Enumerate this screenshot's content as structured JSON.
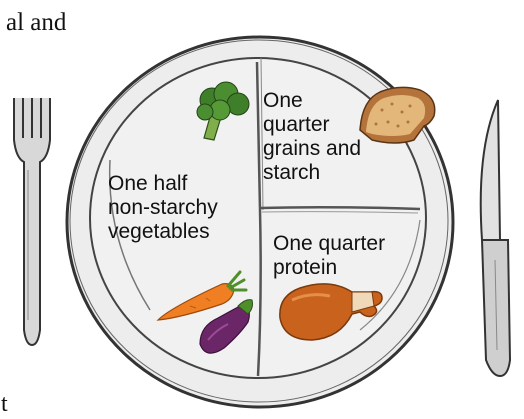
{
  "fragments": {
    "top_text": "al and",
    "bottom_text": "t"
  },
  "sections": {
    "vegetables": {
      "lines": [
        "One half",
        "non-starchy",
        "vegetables"
      ]
    },
    "grains": {
      "lines": [
        "One",
        "quarter",
        "grains and",
        "starch"
      ]
    },
    "protein": {
      "lines": [
        "One quarter",
        "protein"
      ]
    }
  },
  "icons": {
    "broccoli": "broccoli-icon",
    "bread": "bread-slice-icon",
    "carrot": "carrot-icon",
    "eggplant": "eggplant-icon",
    "chicken": "chicken-leg-icon",
    "fork": "fork-icon",
    "knife": "knife-icon"
  },
  "colors": {
    "plate": "#ececec",
    "broccoli": "#3f7f2a",
    "bread": "#d9a868",
    "carrot": "#ef7f22",
    "eggplant": "#6b2668",
    "chicken": "#c8621d"
  }
}
